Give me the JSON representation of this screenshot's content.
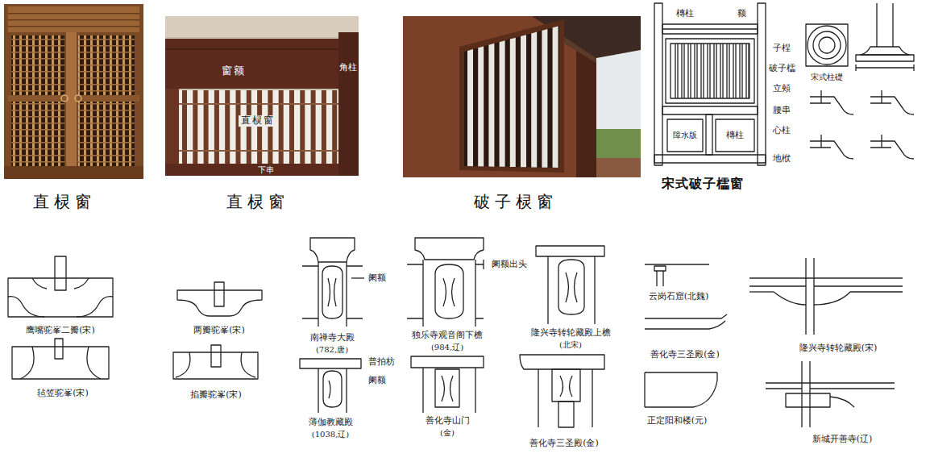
{
  "diagram": {
    "labels": [
      "直棂窗",
      "窗额",
      "角柱",
      "直棂窗",
      "下串",
      "直棂窗",
      "破子棂窗",
      "槫柱",
      "额",
      "子桯",
      "破子櫺",
      "腰串",
      "槫柱",
      "心柱",
      "障水版",
      "地栿",
      "立頰",
      "宋式柱礎",
      "宋式破子櫺窗",
      "鹰嘴驼峯二瓣(宋)",
      "毡笠驼峯(宋)",
      "两瓣驼峯(宋)",
      "掐瓣驼峯(宋)",
      "阑额",
      "南禅寺大殿",
      "(782,唐)",
      "阑额出头",
      "独乐寺观音阁下檐",
      "(984,辽)",
      "隆兴寺转轮藏殿上檐",
      "(北宋)",
      "普拍枋",
      "阑额",
      "薄伽教藏殿",
      "(1038,辽)",
      "善化寺山门",
      "(金)",
      "善化寺三圣殿(金)",
      "云岗石窟(北魏)",
      "善化寺三圣殿(金)",
      "正定阳和楼(元)",
      "隆兴寺转轮藏殿(宋)",
      "新城开善寺(辽)"
    ]
  }
}
